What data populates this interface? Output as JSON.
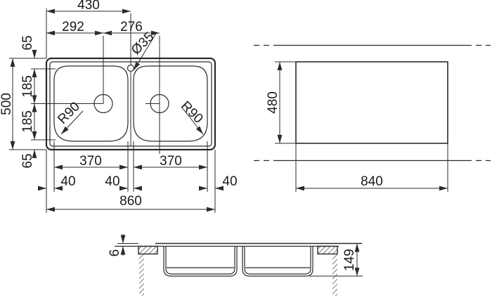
{
  "drawing_title": "double-bowl-sink-dimension-drawing",
  "colors": {
    "line": "#2b2b2b",
    "text": "#1a1a1a",
    "background": "#ffffff"
  },
  "top_view": {
    "d430": "430",
    "d292": "292",
    "d276": "276",
    "hole": "Ø35",
    "d500": "500",
    "d65_top": "65",
    "d185_upper": "185",
    "d185_lower": "185",
    "d65_bottom": "65",
    "r90_left": "R90",
    "r90_right": "R90",
    "d370_left": "370",
    "d370_right": "370",
    "d40_left": "40",
    "d40_center": "40",
    "d40_right": "40",
    "d860": "860"
  },
  "cutout_view": {
    "d480": "480",
    "d840": "840"
  },
  "section_view": {
    "d6": "6",
    "d149": "149"
  }
}
